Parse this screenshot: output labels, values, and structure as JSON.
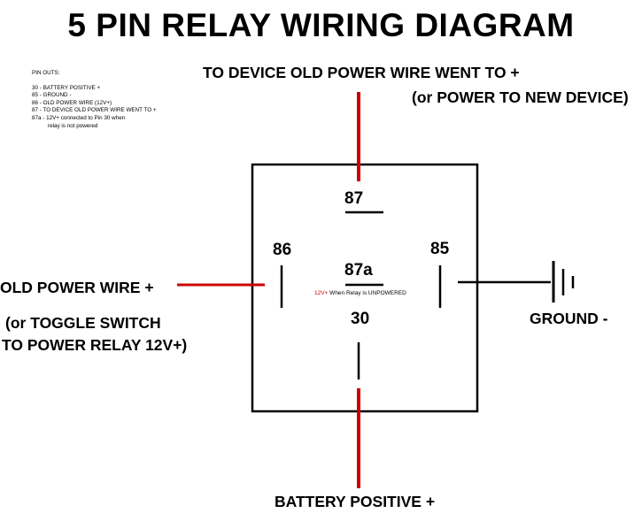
{
  "title": "5 PIN RELAY WIRING DIAGRAM",
  "pin_outs": {
    "heading": "PIN OUTS:",
    "lines": [
      "30 - BATTERY POSITIVE +",
      "85 - GROUND -",
      "86 - OLD POWER WIRE  (12V+)",
      "87 - TO DEVICE OLD POWER WIRE WENT TO +",
      "87a - 12V+ connected to Pin 30 when"
    ],
    "continuation": "relay is not powered"
  },
  "labels": {
    "top_line1": "TO DEVICE OLD POWER WIRE WENT TO +",
    "top_line2": "(or POWER TO NEW DEVICE)",
    "left_line1": "OLD POWER WIRE +",
    "left_line2": "(or TOGGLE SWITCH",
    "left_line3": "TO POWER RELAY 12V+)",
    "right": "GROUND -",
    "bottom": "BATTERY POSITIVE +"
  },
  "pins": {
    "p87": "87",
    "p86": "86",
    "p85": "85",
    "p87a": "87a",
    "p30": "30"
  },
  "note": {
    "voltage": "12V+",
    "text": " When Relay is UNPOWERED"
  },
  "colors": {
    "wire": "#cc0000",
    "line": "#000000"
  }
}
